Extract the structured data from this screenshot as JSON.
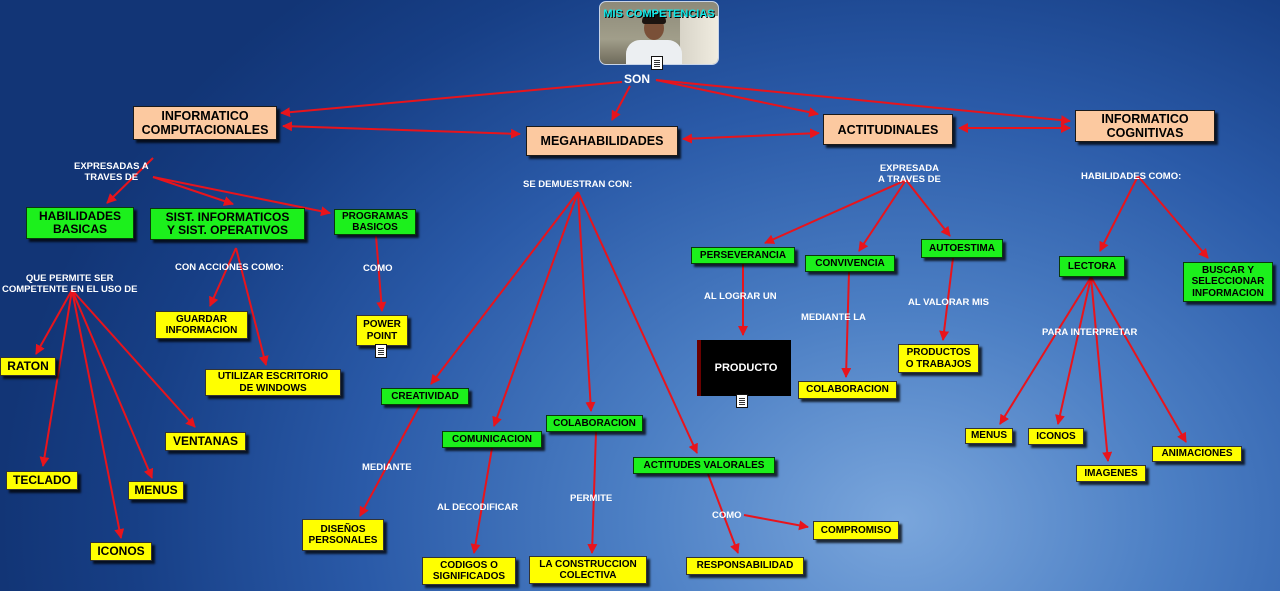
{
  "header": {
    "photo_title": "MIS COMPETENCIAS",
    "root_connector": "SON"
  },
  "nodes": {
    "informatico_computacionales": "INFORMATICO\nCOMPUTACIONALES",
    "megahabilidades": "MEGAHABILIDADES",
    "actitudinales": "ACTITUDINALES",
    "informatico_cognitivas": "INFORMATICO\nCOGNITIVAS",
    "habilidades_basicas": "HABILIDADES\nBASICAS",
    "sist_informaticos": "SIST. INFORMATICOS\nY SIST. OPERATIVOS",
    "programas_basicos": "PROGRAMAS\nBASICOS",
    "raton": "RATON",
    "teclado": "TECLADO",
    "iconos_basicas": "ICONOS",
    "menus_basicas": "MENUS",
    "ventanas": "VENTANAS",
    "guardar_informacion": "GUARDAR\nINFORMACION",
    "utilizar_escritorio": "UTILIZAR ESCRITORIO\nDE WINDOWS",
    "power_point": "POWER\nPOINT",
    "creatividad": "CREATIVIDAD",
    "comunicacion": "COMUNICACION",
    "colaboracion_mega": "COLABORACION",
    "actitudes_valorales": "ACTITUDES VALORALES",
    "disenos_personales": "DISEÑOS\nPERSONALES",
    "codigos_significados": "CODIGOS O\nSIGNIFICADOS",
    "construccion_colectiva": "LA CONSTRUCCION\nCOLECTIVA",
    "responsabilidad": "RESPONSABILIDAD",
    "compromiso": "COMPROMISO",
    "perseverancia": "PERSEVERANCIA",
    "convivencia": "CONVIVENCIA",
    "autoestima": "AUTOESTIMA",
    "producto": "PRODUCTO",
    "colaboracion_act": "COLABORACION",
    "productos_trabajos": "PRODUCTOS\nO TRABAJOS",
    "lectora": "LECTORA",
    "buscar_seleccionar": "BUSCAR Y\nSELECCIONAR\nINFORMACION",
    "menus_cog": "MENUS",
    "iconos_cog": "ICONOS",
    "imagenes": "IMAGENES",
    "animaciones": "ANIMACIONES"
  },
  "labels": {
    "expresadas_traves": "EXPRESADAS A\nTRAVES DE",
    "se_demuestran": "SE DEMUESTRAN CON:",
    "expresada_traves": "EXPRESADA\nA TRAVES DE",
    "habilidades_como": "HABILIDADES COMO:",
    "que_permite": "QUE PERMITE SER\nCOMPETENTE EN EL USO DE",
    "con_acciones": "CON ACCIONES COMO:",
    "como_pp": "COMO",
    "mediante": "MEDIANTE",
    "al_decodificar": "AL DECODIFICAR",
    "permite": "PERMITE",
    "como_valorales": "COMO",
    "al_lograr": "AL LOGRAR UN",
    "mediante_la": "MEDIANTE LA",
    "al_valorar": "AL VALORAR MIS",
    "para_interpretar": "PARA INTERPRETAR"
  },
  "colors": {
    "arrow": "#e8141c",
    "top_level_node": "#fcc9a0",
    "category_node": "#1cf01c",
    "leaf_node": "#ffff00",
    "producto_node": "#000000"
  },
  "icons": {
    "attached_document": "document-icon"
  }
}
